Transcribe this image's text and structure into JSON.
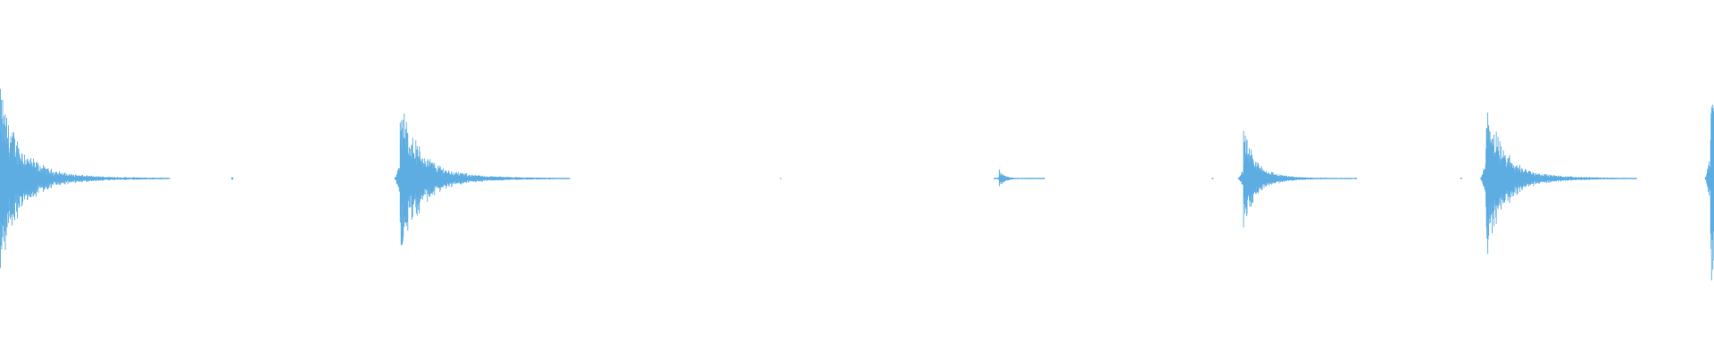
{
  "waveform": {
    "color": "#5dade2",
    "background": "#ffffff",
    "transients": [
      {
        "time_fraction": 0.0,
        "amplitude": 0.82,
        "decay": 0.045,
        "noise": 0.55
      },
      {
        "time_fraction": 0.2335,
        "amplitude": 0.78,
        "decay": 0.045,
        "noise": 0.35
      },
      {
        "time_fraction": 0.583,
        "amplitude": 0.07,
        "decay": 0.012,
        "noise": 0.9
      },
      {
        "time_fraction": 0.7255,
        "amplitude": 0.45,
        "decay": 0.03,
        "noise": 0.4
      },
      {
        "time_fraction": 0.867,
        "amplitude": 0.76,
        "decay": 0.04,
        "noise": 0.35
      },
      {
        "time_fraction": 0.998,
        "amplitude": 1.0,
        "decay": 0.02,
        "noise": 0.5
      }
    ],
    "minor_blips": [
      {
        "time_fraction": 0.058,
        "amplitude": 0.01
      },
      {
        "time_fraction": 0.135,
        "amplitude": 0.015
      },
      {
        "time_fraction": 0.29,
        "amplitude": 0.008
      },
      {
        "time_fraction": 0.455,
        "amplitude": 0.006
      },
      {
        "time_fraction": 0.707,
        "amplitude": 0.008
      },
      {
        "time_fraction": 0.76,
        "amplitude": 0.006
      },
      {
        "time_fraction": 0.852,
        "amplitude": 0.008
      },
      {
        "time_fraction": 0.906,
        "amplitude": 0.006
      }
    ]
  }
}
